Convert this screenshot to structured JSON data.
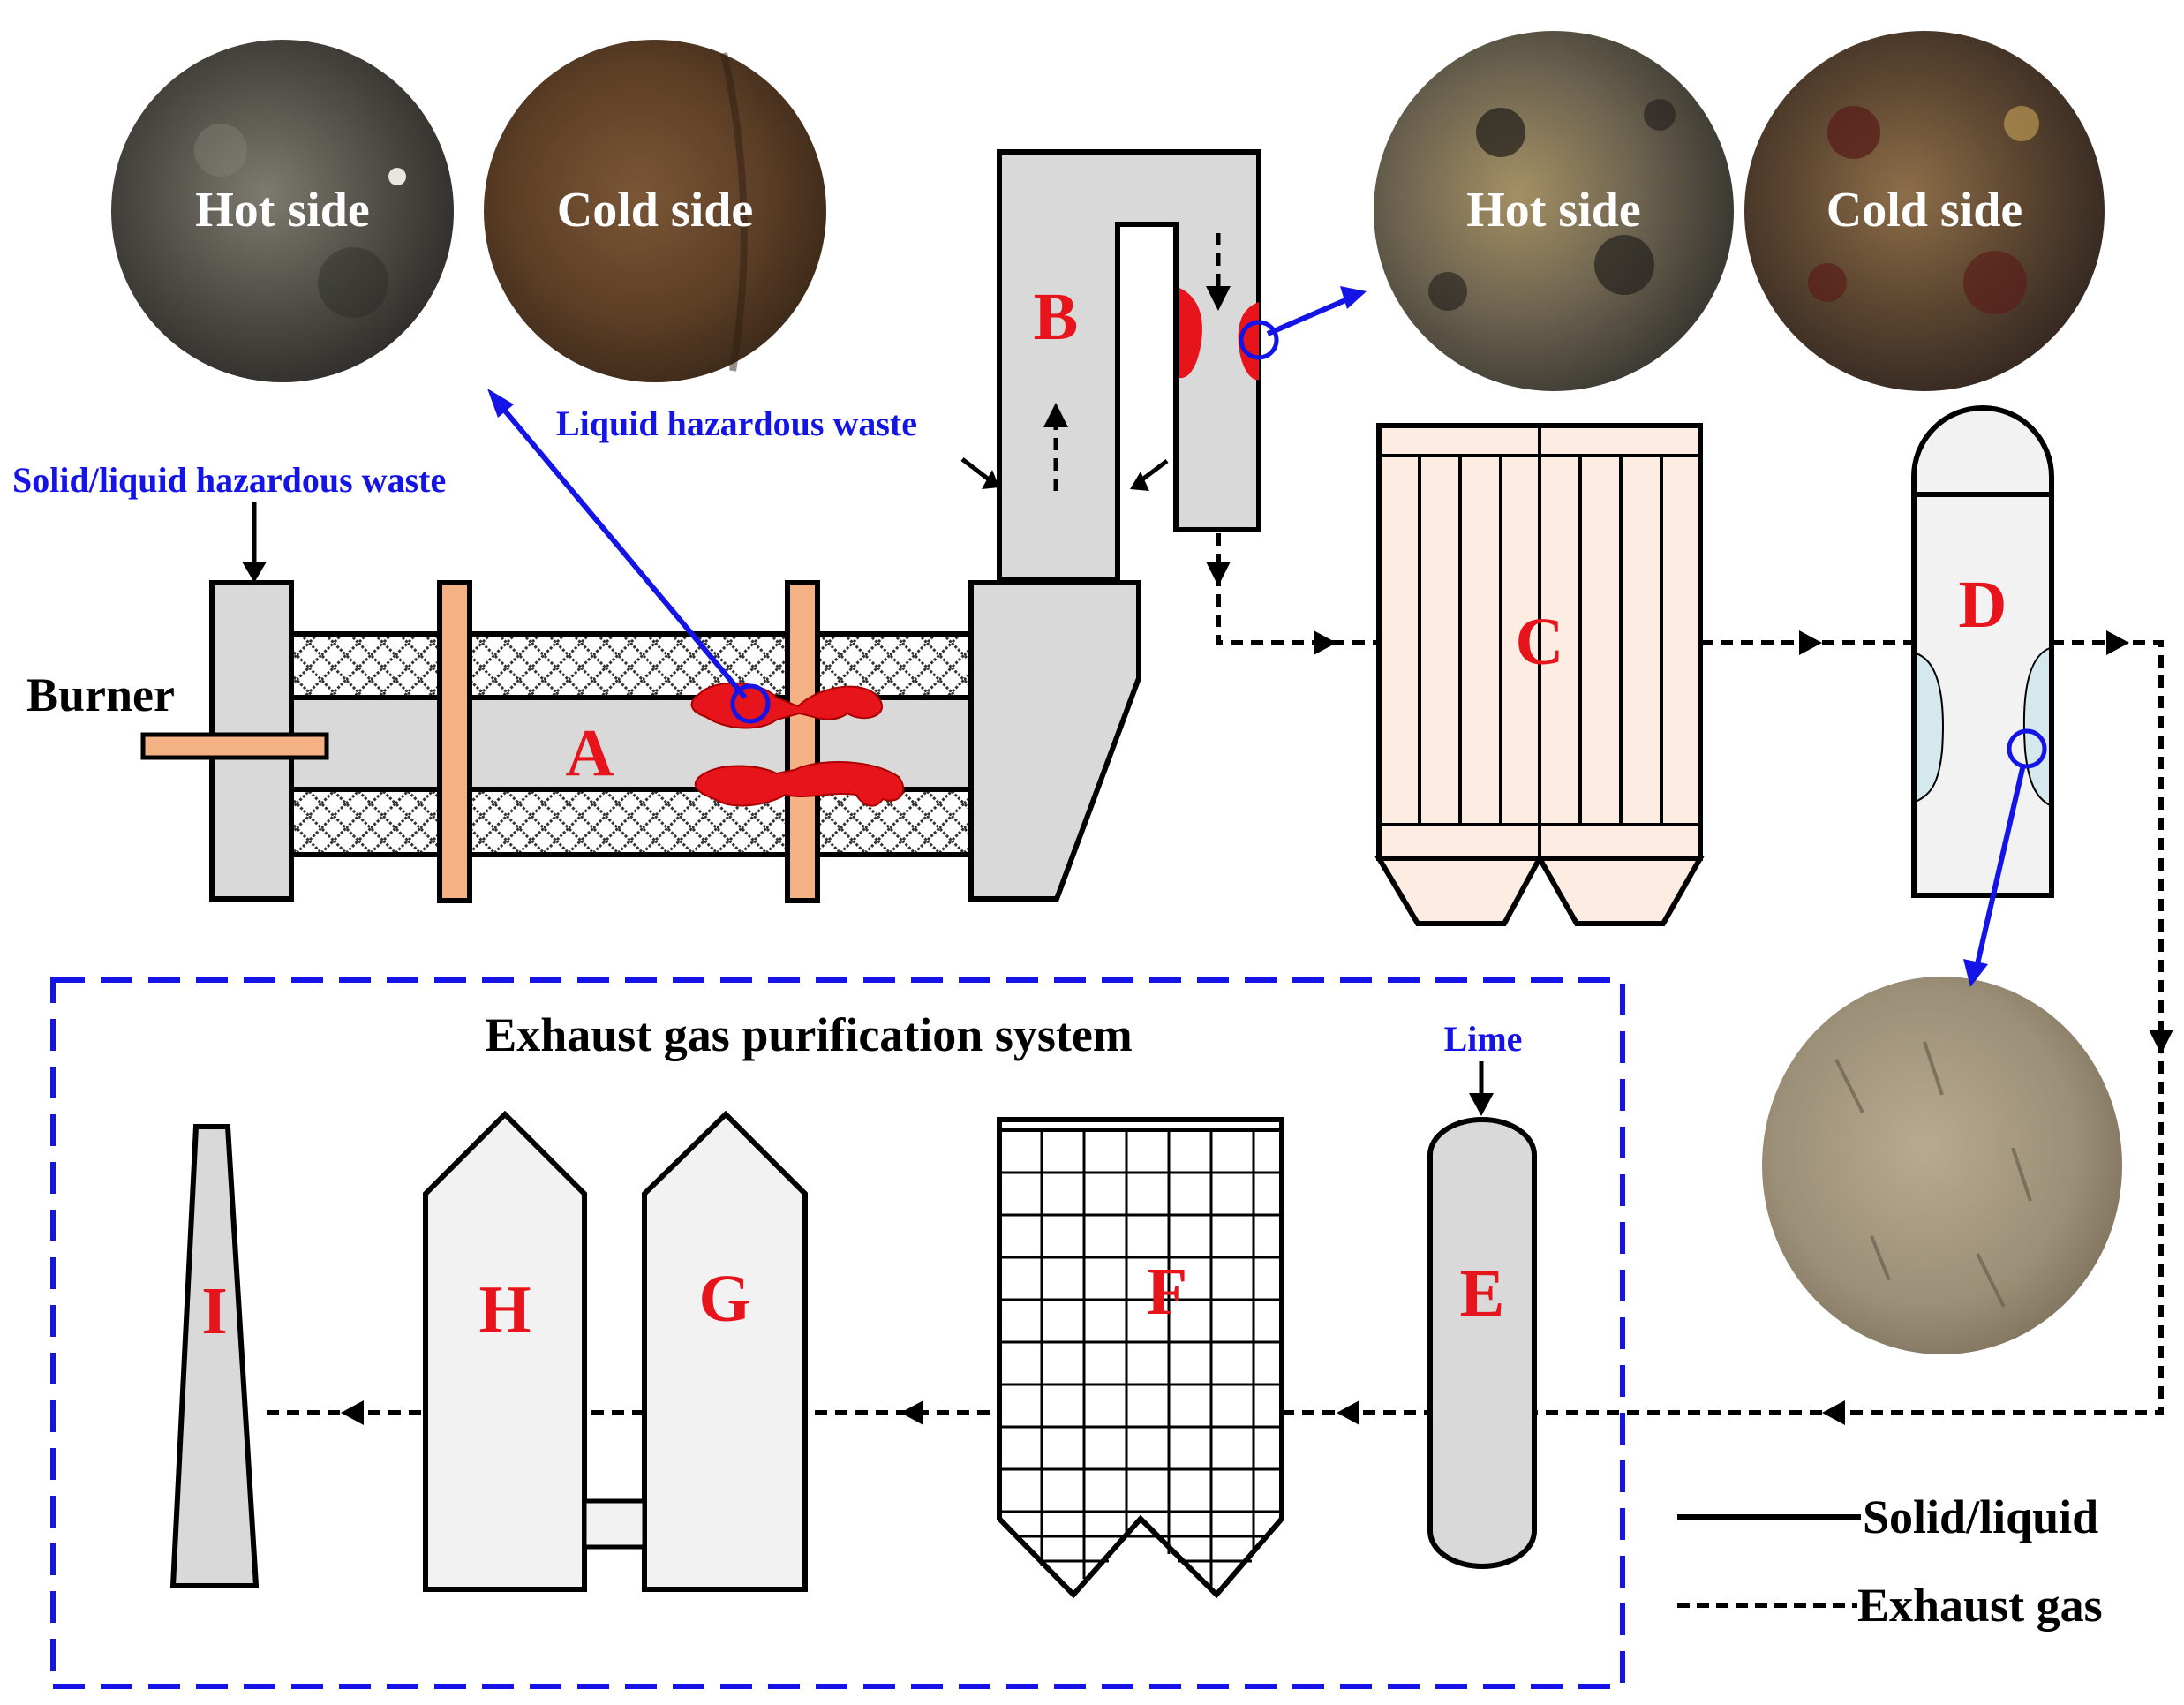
{
  "units": {
    "A": "A",
    "B": "B",
    "C": "C",
    "D": "D",
    "E": "E",
    "F": "F",
    "G": "G",
    "H": "H",
    "I": "I"
  },
  "labels": {
    "burner": "Burner",
    "solid_liquid_waste": "Solid/liquid hazardous waste",
    "liquid_waste": "Liquid hazardous waste",
    "system_title": "Exhaust gas purification system",
    "lime": "Lime"
  },
  "photos": {
    "kiln_hot": "Hot side",
    "kiln_cold": "Cold side",
    "chamber_hot": "Hot side",
    "chamber_cold": "Cold side"
  },
  "legend": {
    "solid": "Solid/liquid",
    "gas": "Exhaust gas"
  },
  "colors": {
    "unit_label": "#e8141c",
    "annotation": "#1414e6",
    "slag": "#e8141c",
    "equipment_fill": "#d9d9d9",
    "ring": "#f4b183",
    "filter_fill": "#fcece1",
    "scrubber_deposit": "#d5e8ee",
    "boundary": "#1414e6"
  }
}
